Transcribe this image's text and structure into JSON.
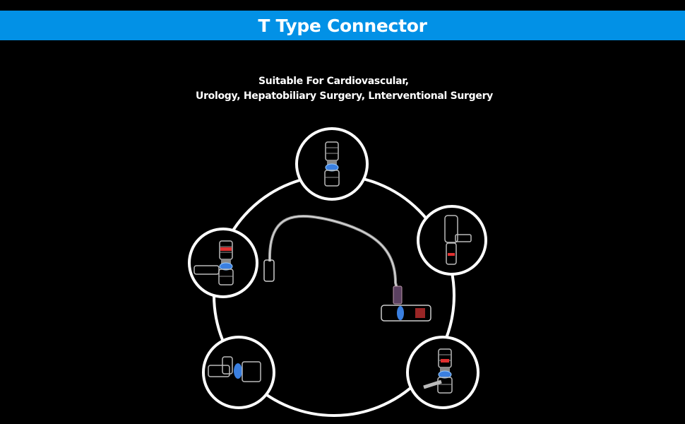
{
  "header": {
    "title": "T Type Connector"
  },
  "subtitle": {
    "line1": "Suitable For Cardiovascular,",
    "line2": "Urology, Hepatobiliary Surgery, Lnterventional Surgery"
  },
  "colors": {
    "banner": "#0291e6",
    "background": "#000000",
    "accent_blue": "#3a7fe0",
    "accent_red": "#e03030"
  }
}
